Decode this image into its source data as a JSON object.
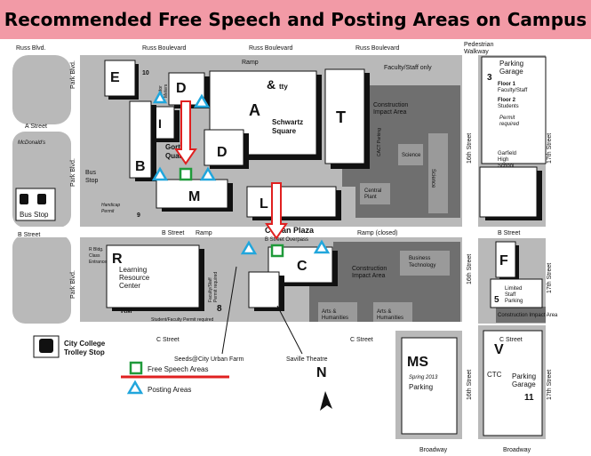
{
  "title": "Recommended Free Speech and Posting Areas on Campus",
  "colors": {
    "banner": "#f29aa6",
    "free_speech": "#1f9a3a",
    "posting": "#21a6dc",
    "arrow": "#e02020",
    "underline": "#e02020",
    "building": "#ffffff",
    "shadow": "#111111",
    "impact": "#6f6f6f",
    "ground": "#b9b9b9",
    "street": "#ffffff"
  },
  "streets": {
    "russ_blvd_left": "Russ Blvd.",
    "russ_boulevard_1": "Russ Boulevard",
    "russ_boulevard_2": "Russ Boulevard",
    "russ_boulevard_3": "Russ Boulevard",
    "a_street": "A Street",
    "b_street_left": "B Street",
    "b_street_mid": "B Street",
    "b_street_right": "B Street",
    "ramp_top": "Ramp",
    "ramp_mid": "Ramp",
    "ramp_closed": "Ramp (closed)",
    "c_street_1": "C Street",
    "c_street_2": "C Street",
    "c_street_3": "C Street",
    "park_blvd_1": "Park Blvd.",
    "park_blvd_2": "Park Blvd.",
    "park_blvd_3": "Park Blvd.",
    "sixteenth_1": "16th Street",
    "sixteenth_2": "16th Street",
    "sixteenth_3": "16th Street",
    "seventeenth_1": "17th Street",
    "seventeenth_2": "17th Street",
    "seventeenth_3": "17th Street",
    "broadway_1": "Broadway",
    "broadway_2": "Broadway",
    "pedestrian_1": "Pedestrian",
    "pedestrian_2": "Walkway"
  },
  "buildings": {
    "E": "E",
    "D1": "D",
    "A": "A",
    "T": "T",
    "I": "I",
    "D2": "D",
    "B": "B",
    "M": "M",
    "L": "L",
    "C": "C",
    "R": "R",
    "F": "F",
    "V": "V",
    "MS": "MS",
    "schwartz_1": "Schwartz",
    "schwartz_2": "Square",
    "gorton_1": "Gorton",
    "gorton_2": "Quad",
    "curran_1": "Curran Plaza",
    "curran_2": "B Street Overpass",
    "lrc_1": "Learning",
    "lrc_2": "Resource",
    "lrc_3": "Center",
    "rm": "RM",
    "ampersand": "&",
    "tty": "tty",
    "ctc": "CTC",
    "num_10": "10",
    "num_9": "9",
    "num_8": "8",
    "num_3": "3",
    "num_5": "5",
    "num_11": "11"
  },
  "labels": {
    "faculty_staff_only": "Faculty/Staff only",
    "construction_1": "Construction",
    "construction_2": "Impact Area",
    "construction_3": "Construction",
    "construction_4": "Impact Area",
    "construction_5": "Construction Impact Area",
    "science_1": "Science",
    "science_2": "Science",
    "central_1": "Central",
    "central_2": "Plant",
    "business_1": "Business",
    "business_2": "Technology",
    "arts_1": "Arts &",
    "arts_2": "Humanities",
    "arts_3": "Arts &",
    "arts_4": "Humanities",
    "garfield_1": "Garfield",
    "garfield_2": "High",
    "garfield_3": "School",
    "parking_garage_1": "Parking",
    "parking_garage_2": "Garage",
    "floor1": "Floor 1",
    "floor1_who": "Faculty/Staff",
    "floor2": "Floor 2",
    "floor2_who": "Students",
    "permit_1": "Permit",
    "permit_2": "required",
    "limited_1": "Limited",
    "limited_2": "Staff",
    "limited_3": "Parking",
    "garage11_1": "Parking",
    "garage11_2": "Garage",
    "ms_spring": "Spring 2013",
    "ms_parking": "Parking",
    "visitor_1": "Visitor",
    "visitor_2": "Meters",
    "cact_parking": "CACT Parking",
    "faculty_staff_8_1": "Faculty/Staff",
    "faculty_staff_8_2": "Permit required",
    "handicap_1": "Handicap",
    "handicap_2": "Permit",
    "r_bldg_1": "R Bldg.",
    "r_bldg_2": "Class",
    "r_bldg_3": "Entrance",
    "student_faculty": "Student/Faculty Permit required",
    "mcdonalds": "McDonald's",
    "bus_stop_1": "Bus",
    "bus_stop_2": "Stop",
    "bus_stop_box": "Bus Stop",
    "trolley_1": "City College",
    "trolley_2": "Trolley Stop",
    "seeds": "Seeds@City Urban Farm",
    "saville": "Saville Theatre"
  },
  "legend": {
    "free_speech": "Free Speech Areas",
    "posting": "Posting Areas"
  },
  "compass": "N"
}
